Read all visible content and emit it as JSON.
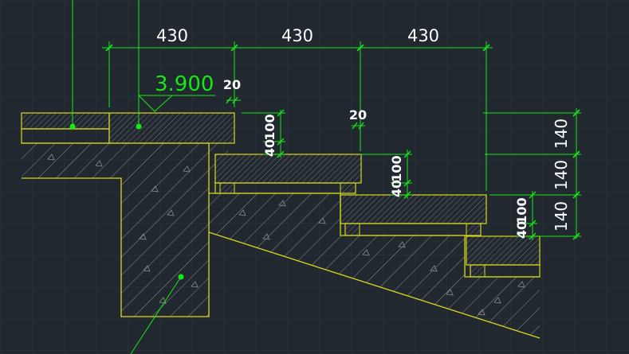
{
  "drawing": {
    "colors": {
      "background": "#212830",
      "grid": "#2c343d",
      "green": "#16e816",
      "yellow": "#d8d81c",
      "hatch": "#9b9b9b",
      "white": "#ffffff"
    },
    "top_dimensions": [
      "430",
      "430",
      "430"
    ],
    "elevation_label": "3.900",
    "small_dims": {
      "gap_top": "20",
      "gap_mid": "20",
      "step1_a": "40",
      "step1_b": "100",
      "step2_a": "40",
      "step2_b": "100",
      "step3_a": "40",
      "step3_b": "100"
    },
    "riser_dimensions": [
      "140",
      "140",
      "140"
    ]
  }
}
